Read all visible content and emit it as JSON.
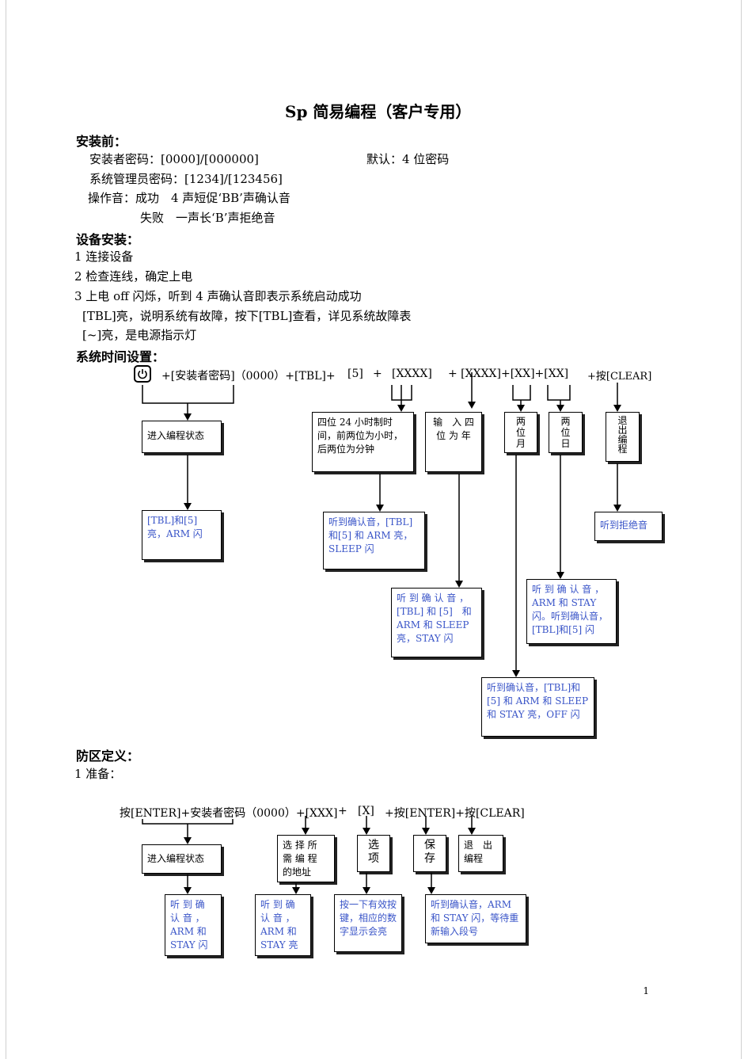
{
  "title": "Sp 简易编程（客户专用）",
  "before_install": {
    "heading": "安装前：",
    "installer_code": "安装者密码：[0000]/[000000]",
    "default": "默认：4 位密码",
    "admin_code": "系统管理员密码：[1234]/[123456]",
    "tone_success": "操作音：成功　4 声短促‘BB’声确认音",
    "tone_fail": "失败　一声长‘B’声拒绝音"
  },
  "device_install": {
    "heading": "设备安装：",
    "steps": [
      "1 连接设备",
      "2 检查连线，确定上电",
      "3  上电 off 闪烁，听到 4 声确认音即表示系统启动成功",
      "[TBL]亮，说明系统有故障，按下[TBL]查看，详见系统故障表",
      "[~]亮，是电源指示灯"
    ]
  },
  "time_setting": {
    "heading": "系统时间设置：",
    "sequence": {
      "part1": "+[安装者密码]（0000）+[TBL]+",
      "part2": "[5]",
      "part3": "+",
      "part4": "[XXXX]",
      "part5": "+ [XXXX]+[XX]+[XX]",
      "part6": "+按[CLEAR]"
    },
    "box_enter": "进入编程状态",
    "box_time": "四位 24 小时制时间，前两位为小时，后两位为分钟",
    "box_year": "输　入 四 位 为 年",
    "box_month": "两位月",
    "box_day": "两位日",
    "box_exit": "退出编程",
    "res_enter": "[TBL]和[5]亮，ARM 闪",
    "res_time": "听到确认音，[TBL]和[5] 和 ARM 亮，SLEEP 闪",
    "res_year": "听 到 确 认 音 ，[TBL] 和 [5]　和 ARM 和 SLEEP 亮，STAY 闪",
    "res_day": "听 到 确 认 音 ，ARM 和 STAY 闪。听到确认音，[TBL]和[5] 闪",
    "res_month": "听到确认音，[TBL]和[5] 和 ARM 和 SLEEP 和 STAY 亮，OFF 闪",
    "res_exit": "听到拒绝音"
  },
  "zone_def": {
    "heading": "防区定义：",
    "step1": "1  准备：",
    "sequence": {
      "part1": "按[ENTER]+安装者密码（0000）+[XXX]",
      "part2": "+",
      "part3": "[X]",
      "part4": "+按[ENTER]+按[CLEAR]"
    },
    "box_enter": "进入编程状态",
    "box_addr": "选 择 所 需 编 程 的地址",
    "box_option": "选项",
    "box_save": "保存",
    "box_exit": "退　出 编程",
    "res_enter": "听 到 确 认 音 ， ARM 和 STAY 闪",
    "res_addr": "听 到 确 认 音 ， ARM 和 STAY 亮",
    "res_option": "按一下有效按键，相应的数字显示会亮",
    "res_save": "听到确认音，ARM 和 STAY 闪，等待重新输入段号"
  },
  "page_number": "1"
}
